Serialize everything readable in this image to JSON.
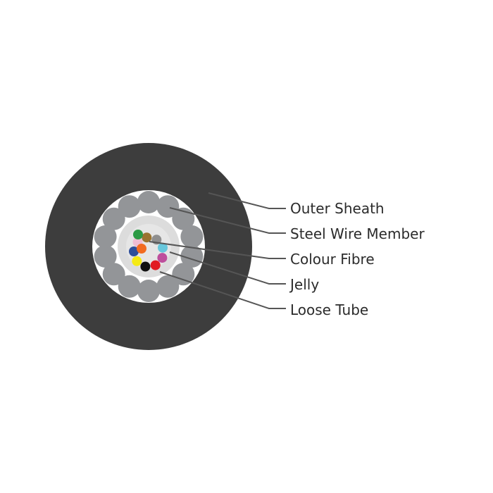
{
  "colors": {
    "sheath": "#3d3d3d",
    "armour_gap": "#ffffff",
    "steel_wire": "#939598",
    "jelly": "#e6e6e6",
    "tube_outline": "#dcdcdc",
    "leader_line": "#555555"
  },
  "fibre_colors": [
    "#9a7330",
    "#8e8e8e",
    "#67c7dc",
    "#bd4f9c",
    "#e11b22",
    "#111111",
    "#f5ea14",
    "#2e4f9a",
    "#f0bed3",
    "#f26b21",
    "#2c9b45"
  ],
  "steel_wire_count": 14,
  "labels": [
    {
      "id": "outer-sheath",
      "text": "Outer Sheath"
    },
    {
      "id": "steel-wire-member",
      "text": "Steel Wire Member"
    },
    {
      "id": "colour-fibre",
      "text": "Colour Fibre"
    },
    {
      "id": "jelly",
      "text": "Jelly"
    },
    {
      "id": "loose-tube",
      "text": "Loose Tube"
    }
  ]
}
